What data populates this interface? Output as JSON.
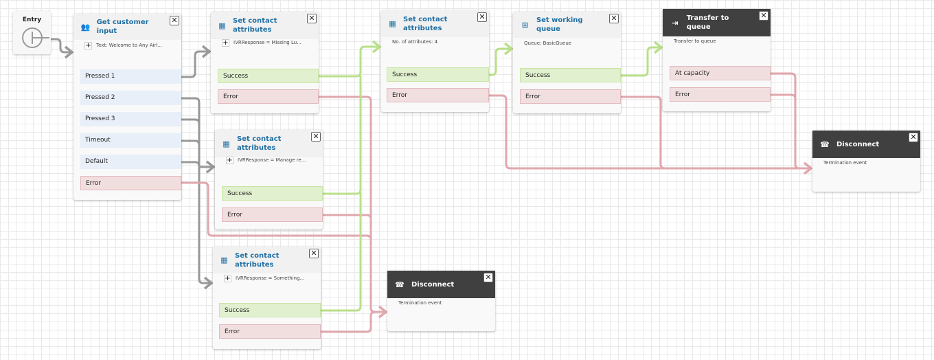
{
  "entry": {
    "label": "Entry"
  },
  "blocks": [
    {
      "id": "gci",
      "title": "Get customer input",
      "icon": "user-input-icon",
      "dark": false,
      "prompt": "Text: Welcome to Any Airl...",
      "has_plus": true,
      "branches": [
        {
          "label": "Pressed 1",
          "type": "n"
        },
        {
          "label": "Pressed 2",
          "type": "n"
        },
        {
          "label": "Pressed 3",
          "type": "n"
        },
        {
          "label": "Timeout",
          "type": "n"
        },
        {
          "label": "Default",
          "type": "n"
        },
        {
          "label": "Error",
          "type": "e"
        }
      ]
    },
    {
      "id": "sca1",
      "title": "Set contact attributes",
      "icon": "contact-attributes-icon",
      "dark": false,
      "prompt": "IVRResponse = Missing Lu...",
      "has_plus": true,
      "branches": [
        {
          "label": "Success",
          "type": "s"
        },
        {
          "label": "Error",
          "type": "e"
        }
      ]
    },
    {
      "id": "sca2",
      "title": "Set contact attributes",
      "icon": "contact-attributes-icon",
      "dark": false,
      "prompt": "IVRResponse = Manage re...",
      "has_plus": true,
      "branches": [
        {
          "label": "Success",
          "type": "s"
        },
        {
          "label": "Error",
          "type": "e"
        }
      ]
    },
    {
      "id": "sca3",
      "title": "Set contact attributes",
      "icon": "contact-attributes-icon",
      "dark": false,
      "prompt": "IVRResponse = Something...",
      "has_plus": true,
      "branches": [
        {
          "label": "Success",
          "type": "s"
        },
        {
          "label": "Error",
          "type": "e"
        }
      ]
    },
    {
      "id": "sca4",
      "title": "Set contact attributes",
      "icon": "contact-attributes-icon",
      "dark": false,
      "prompt": "No. of attributes: 4",
      "has_plus": false,
      "branches": [
        {
          "label": "Success",
          "type": "s"
        },
        {
          "label": "Error",
          "type": "e"
        }
      ]
    },
    {
      "id": "swq",
      "title": "Set working queue",
      "icon": "queue-icon",
      "dark": false,
      "prompt": "Queue: BasicQueue",
      "has_plus": false,
      "branches": [
        {
          "label": "Success",
          "type": "s"
        },
        {
          "label": "Error",
          "type": "e"
        }
      ]
    },
    {
      "id": "ttq",
      "title": "Transfer to queue",
      "icon": "transfer-icon",
      "dark": true,
      "prompt": "Transfer to queue",
      "has_plus": false,
      "branches": [
        {
          "label": "At capacity",
          "type": "e"
        },
        {
          "label": "Error",
          "type": "e"
        }
      ]
    },
    {
      "id": "disc1",
      "title": "Disconnect",
      "icon": "hang-up-icon",
      "dark": true,
      "prompt": "Termination event",
      "has_plus": false,
      "branches": []
    },
    {
      "id": "disc2",
      "title": "Disconnect",
      "icon": "hang-up-icon",
      "dark": true,
      "prompt": "Termination event",
      "has_plus": false,
      "branches": []
    }
  ],
  "close_glyph": "✕",
  "colors": {
    "success": "#b9e08a",
    "error": "#e0a7ad",
    "neutral": "#999999",
    "header_dark": "#404040",
    "title_blue": "#1f6fa3"
  }
}
